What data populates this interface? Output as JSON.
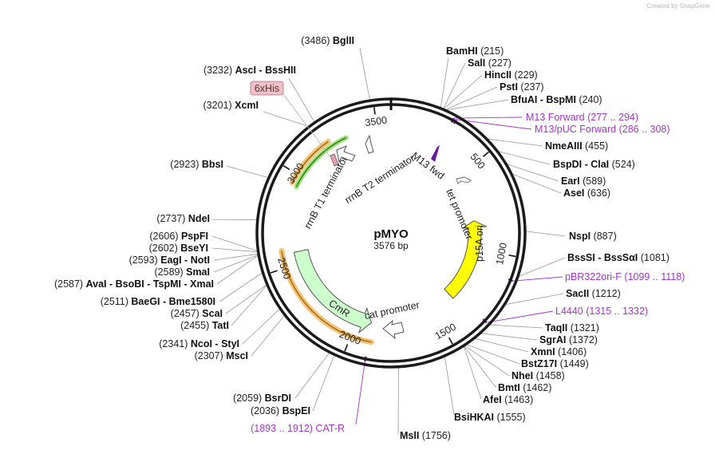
{
  "plasmid": {
    "name": "pMYO",
    "length_label": "3576 bp",
    "length_bp": 3576
  },
  "branding": "Created by SnapGene",
  "ticks": [
    {
      "bp": 500,
      "label": "500"
    },
    {
      "bp": 1000,
      "label": "1000"
    },
    {
      "bp": 1500,
      "label": "1500"
    },
    {
      "bp": 2000,
      "label": "2000"
    },
    {
      "bp": 2500,
      "label": "2500"
    },
    {
      "bp": 3000,
      "label": "3000"
    },
    {
      "bp": 3500,
      "label": "3500"
    }
  ],
  "features": [
    {
      "name": "p15A ori",
      "type": "rep_origin",
      "start": 811,
      "end": 1356,
      "direction": "reverse",
      "color": "#ffff00"
    },
    {
      "name": "CmR",
      "type": "CDS",
      "start": 1910,
      "end": 2570,
      "direction": "reverse",
      "color": "#ccffcc"
    },
    {
      "name": "cat promoter",
      "type": "promoter",
      "start": 2570,
      "end": 2673,
      "direction": "reverse",
      "color": "#ffffff"
    },
    {
      "name": "rrnB T1 terminator",
      "type": "terminator",
      "start": 3292,
      "end": 3378,
      "direction": "reverse",
      "color": "#ffffff"
    },
    {
      "name": "rrnB T2 terminator",
      "type": "terminator",
      "start": 3420,
      "end": 3447,
      "direction": "reverse",
      "color": "#ffffff"
    },
    {
      "name": "tet promoter",
      "type": "promoter",
      "start": 645,
      "end": 673,
      "direction": "forward",
      "color": "#ffffff"
    },
    {
      "name": "M13 fwd",
      "type": "primer_bind",
      "start": 520,
      "end": 537,
      "direction": "forward",
      "color": "#6a1a9a"
    },
    {
      "name": "6xHis",
      "type": "tag",
      "label": "6xHis",
      "color": "#f0bfc8"
    }
  ],
  "orange_arcs": [
    {
      "start": 1889,
      "end": 2590
    },
    {
      "start": 2950,
      "end": 3233
    }
  ],
  "green_arc": {
    "start": 2940,
    "end": 3325
  },
  "enzymes": [
    {
      "name": "BglII",
      "pos": "(3486)"
    },
    {
      "name": "AscI - BssHII",
      "pos": "(3232)"
    },
    {
      "name": "XcmI",
      "pos": "(3201)"
    },
    {
      "name": "BbsI",
      "pos": "(2923)"
    },
    {
      "name": "NdeI",
      "pos": "(2737)"
    },
    {
      "name": "PspFI",
      "pos": "(2606)"
    },
    {
      "name": "BseYI",
      "pos": "(2602)"
    },
    {
      "name": "EagI - NotI",
      "pos": "(2593)"
    },
    {
      "name": "SmaI",
      "pos": "(2589)"
    },
    {
      "name": "AvaI - BsoBI - TspMI - XmaI",
      "pos": "(2587)"
    },
    {
      "name": "BaeGI - Bme1580I",
      "pos": "(2511)"
    },
    {
      "name": "ScaI",
      "pos": "(2457)"
    },
    {
      "name": "TatI",
      "pos": "(2455)"
    },
    {
      "name": "NcoI - StyI",
      "pos": "(2341)"
    },
    {
      "name": "MscI",
      "pos": "(2307)"
    },
    {
      "name": "BsrDI",
      "pos": "(2059)"
    },
    {
      "name": "BspEI",
      "pos": "(2036)"
    },
    {
      "name": "MslI",
      "pos": "(1756)"
    },
    {
      "name": "BsiHKAI",
      "pos": "(1555)"
    },
    {
      "name": "AfeI",
      "pos": "(1463)"
    },
    {
      "name": "BmtI",
      "pos": "(1462)"
    },
    {
      "name": "NheI",
      "pos": "(1458)"
    },
    {
      "name": "BstZ17I",
      "pos": "(1449)"
    },
    {
      "name": "XmnI",
      "pos": "(1406)"
    },
    {
      "name": "SgrAI",
      "pos": "(1372)"
    },
    {
      "name": "TaqII",
      "pos": "(1321)"
    },
    {
      "name": "SacII",
      "pos": "(1212)"
    },
    {
      "name": "BssSI - BssSαI",
      "pos": "(1081)"
    },
    {
      "name": "NspI",
      "pos": "(887)"
    },
    {
      "name": "AseI",
      "pos": "(636)"
    },
    {
      "name": "EarI",
      "pos": "(589)"
    },
    {
      "name": "BspDI - ClaI",
      "pos": "(524)"
    },
    {
      "name": "NmeAIII",
      "pos": "(455)"
    },
    {
      "name": "BfuAI - BspMI",
      "pos": "(240)"
    },
    {
      "name": "PstI",
      "pos": "(237)"
    },
    {
      "name": "HincII",
      "pos": "(229)"
    },
    {
      "name": "SalI",
      "pos": "(227)"
    },
    {
      "name": "BamHI",
      "pos": "(215)"
    }
  ],
  "primers": [
    {
      "name": "M13 Forward",
      "range": "(277 .. 294)",
      "bp": 285
    },
    {
      "name": "M13/pUC Forward",
      "range": "(286 .. 308)",
      "bp": 297
    },
    {
      "name": "pBR322ori-F",
      "range": "(1099 .. 1118)",
      "bp": 1108
    },
    {
      "name": "L4440",
      "range": "(1315 .. 1332)",
      "bp": 1323
    },
    {
      "name": "CAT-R",
      "range": "(1893 .. 1912)",
      "bp": 1902
    }
  ]
}
